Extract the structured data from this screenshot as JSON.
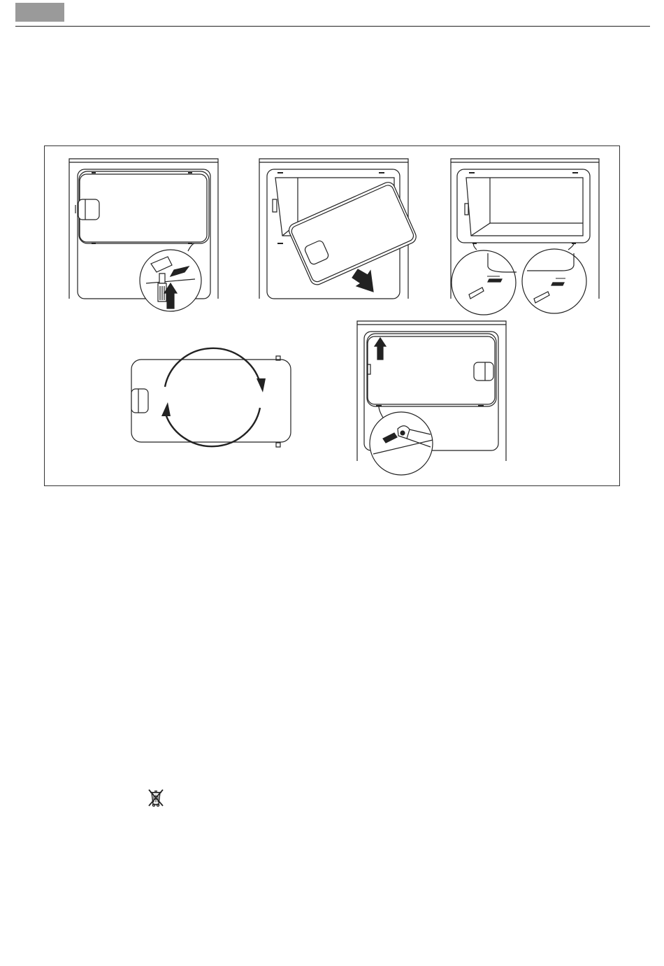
{
  "page": {
    "header": {
      "tab_color": "#9a9a9a",
      "rule_color": "#222222"
    },
    "figure": {
      "panels": [
        "remove-hinge-cover",
        "remove-door",
        "swap-pins",
        "rotate-door",
        "refit-door"
      ],
      "icons": [
        "screwdriver-icon",
        "arrow-down-icon",
        "arrow-up-icon",
        "rotate-arrows-icon"
      ]
    },
    "symbols": {
      "disposal": "weee-crossed-bin-icon"
    }
  }
}
